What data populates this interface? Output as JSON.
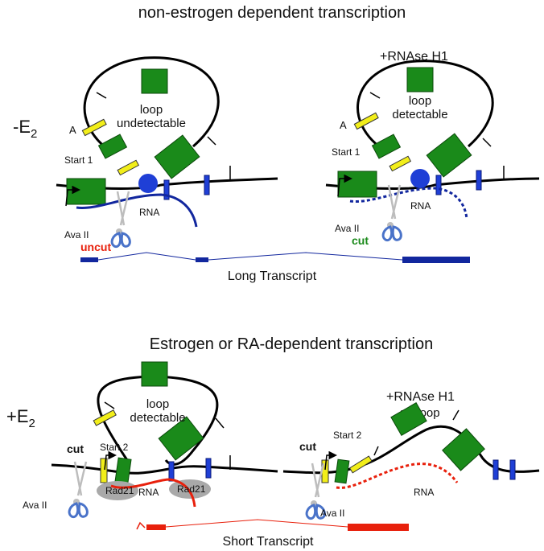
{
  "colors": {
    "green": "#1a8a1a",
    "yellow": "#f2ee1a",
    "blue": "#1f3fd6",
    "navy": "#12279e",
    "red": "#e8200c",
    "gray": "#a9a9a9",
    "uncut": "#e8200c",
    "cut_green": "#1a8a1a"
  },
  "top": {
    "title": "non-estrogen dependent transcription",
    "side_label_main": "-E",
    "side_label_sub": "2",
    "left": {
      "loop_line1": "loop",
      "loop_line2": "undetectable",
      "a_label": "A",
      "start_label": "Start 1",
      "rna_label": "RNA",
      "enzyme_label": "Ava II",
      "cut_status": "uncut"
    },
    "right": {
      "treatment": "+RNAse H1",
      "loop_line1": "loop",
      "loop_line2": "detectable",
      "a_label": "A",
      "start_label": "Start 1",
      "rna_label": "RNA",
      "enzyme_label": "Ava II",
      "cut_status": "cut"
    },
    "transcript_label": "Long Transcript"
  },
  "bottom": {
    "title": "Estrogen or RA-dependent transcription",
    "side_label_main": "+E",
    "side_label_sub": "2",
    "left": {
      "loop_line1": "loop",
      "loop_line2": "detectable",
      "cut_label": "cut",
      "start_label": "Start 2",
      "rad21_left": "Rad21",
      "rad21_right": "Rad21",
      "rna_label": "RNA",
      "enzyme_label": "Ava II"
    },
    "right": {
      "treatment": "+RNAse H1",
      "loop_line1": "no loop",
      "cut_label": "cut",
      "start_label": "Start 2",
      "rna_label": "RNA",
      "enzyme_label": "Ava II"
    },
    "transcript_label": "Short Transcript"
  },
  "icons": [
    "scissors-icon",
    "arrow-icon"
  ]
}
